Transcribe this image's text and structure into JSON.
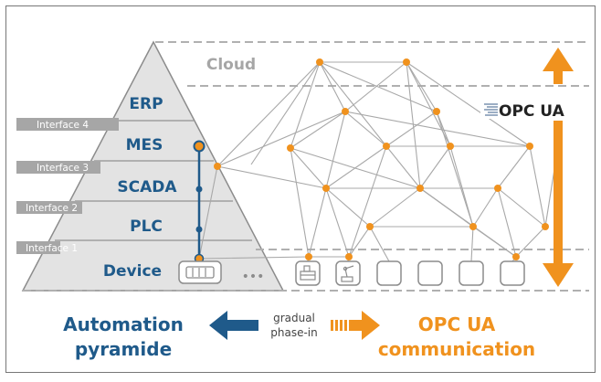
{
  "pyramid": {
    "levels": [
      {
        "id": "erp",
        "label": "ERP"
      },
      {
        "id": "mes",
        "label": "MES"
      },
      {
        "id": "scada",
        "label": "SCADA"
      },
      {
        "id": "plc",
        "label": "PLC"
      },
      {
        "id": "device",
        "label": "Device"
      }
    ],
    "interfaces": [
      "Interface 4",
      "Interface 3",
      "Interface 2",
      "Interface 1"
    ],
    "more_glyph": "•••"
  },
  "cloud": {
    "label": "Cloud"
  },
  "opcua_logo": {
    "text": "OPC UA"
  },
  "bottom": {
    "left_title_line1": "Automation",
    "left_title_line2": "pyramide",
    "middle_line1": "gradual",
    "middle_line2": "phase-in",
    "right_title_line1": "OPC UA",
    "right_title_line2": "communication"
  },
  "colors": {
    "gray": "#a6a6a6",
    "dark_gray": "#8c8c8c",
    "pyramid_fill": "#e3e3e3",
    "interface_label_bg": "#a6a6a6",
    "automation_blue": "#1f5a8a",
    "opc_orange": "#f0921e",
    "device_box_fill": "#ffffff"
  }
}
